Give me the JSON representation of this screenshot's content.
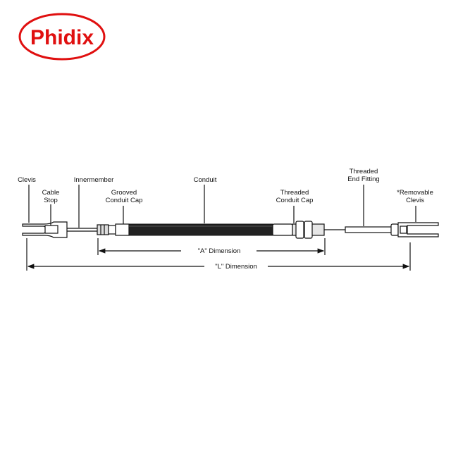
{
  "logo": {
    "text": "Phidix",
    "color": "#e01010"
  },
  "labels": {
    "clevis": "Clevis",
    "cable_stop": [
      "Cable",
      "Stop"
    ],
    "innermember": "Innermember",
    "grooved_conduit_cap": [
      "Grooved",
      "Conduit Cap"
    ],
    "conduit": "Conduit",
    "threaded_conduit_cap": [
      "Threaded",
      "Conduit Cap"
    ],
    "threaded_end_fitting": [
      "Threaded",
      "End Fitting"
    ],
    "removable_clevis": [
      "*Removable",
      "Clevis"
    ]
  },
  "dimensions": {
    "a": "\"A\" Dimension",
    "l": "\"L\" Dimension"
  }
}
